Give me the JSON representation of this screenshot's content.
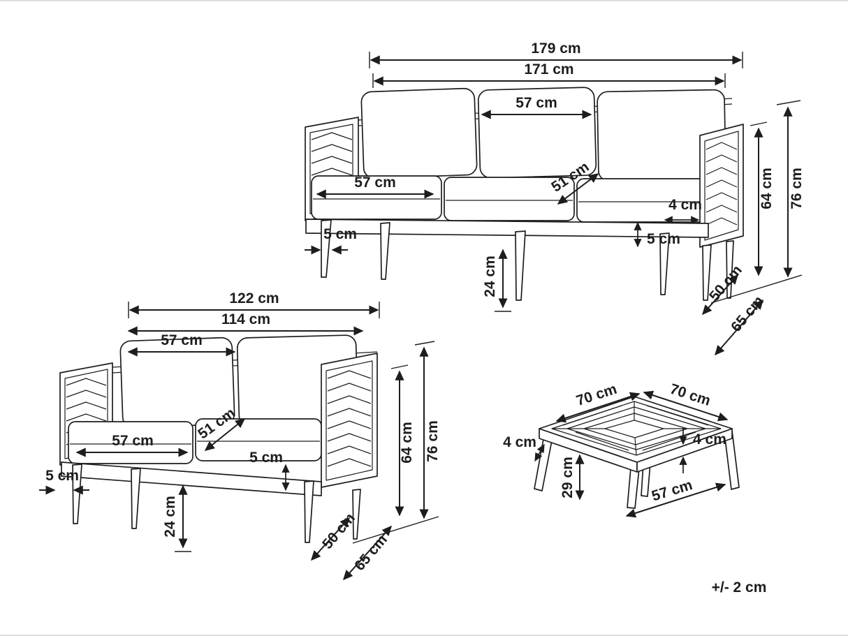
{
  "note": {
    "tolerance": "+/- 2 cm"
  },
  "sofa_three_seater": {
    "overall_width": "179 cm",
    "inner_width": "171 cm",
    "back_cushion_width": "57 cm",
    "seat_cushion_width": "57 cm",
    "seat_cushion_depth": "51 cm",
    "frame_gap": "4 cm",
    "cushion_thickness": "5 cm",
    "armrest_thickness": "5 cm",
    "leg_height": "24 cm",
    "seat_height": "50 cm",
    "depth": "65 cm",
    "armrest_height": "64 cm",
    "overall_height": "76 cm"
  },
  "sofa_two_seater": {
    "overall_width": "122 cm",
    "inner_width": "114 cm",
    "back_cushion_width": "57 cm",
    "seat_cushion_depth": "51 cm",
    "seat_cushion_width": "57 cm",
    "cushion_thickness": "5 cm",
    "armrest_thickness": "5 cm",
    "leg_height": "24 cm",
    "seat_height": "50 cm",
    "depth": "65 cm",
    "armrest_height": "64 cm",
    "overall_height": "76 cm"
  },
  "coffee_table": {
    "top_edge_left": "70 cm",
    "top_edge_right": "70 cm",
    "top_thickness_left": "4 cm",
    "top_thickness_right": "4 cm",
    "leg_height": "29 cm",
    "top_diagonal": "57 cm"
  }
}
